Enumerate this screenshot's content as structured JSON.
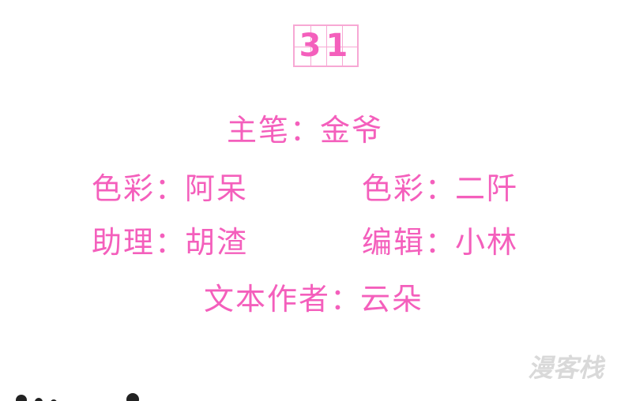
{
  "chapter": {
    "number": "31"
  },
  "credits": {
    "main_artist": {
      "role": "主笔",
      "name": "金爷"
    },
    "color_1": {
      "role": "色彩",
      "name": "阿呆"
    },
    "color_2": {
      "role": "色彩",
      "name": "二阡"
    },
    "assistant": {
      "role": "助理",
      "name": "胡渣"
    },
    "editor": {
      "role": "编辑",
      "name": "小林"
    },
    "writer": {
      "role": "文本作者",
      "name": "云朵"
    },
    "separator": "："
  },
  "watermark": {
    "text": "漫客栈"
  },
  "colors": {
    "text_pink": "#f45fbc",
    "grid_pink": "#f7a8d4",
    "watermark_gray": "#d9d9d9"
  }
}
